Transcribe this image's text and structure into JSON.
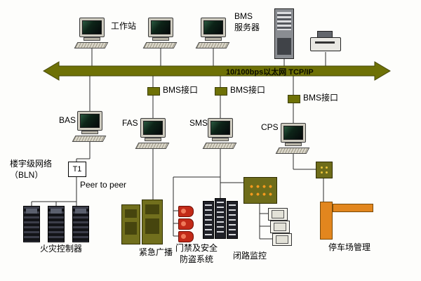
{
  "diagram": {
    "backbone_label": "10/100bps以太网  TCP/IP",
    "workstation_label": "工作站",
    "server_label": "BMS\n服务器",
    "interface_labels": [
      "BMS接口",
      "BMS接口",
      "BMS接口"
    ],
    "subsystems": [
      "BAS",
      "FAS",
      "SMS",
      "CPS"
    ],
    "bln_label": "楼宇级网络\n（BLN）",
    "t1_label": "T1",
    "peer_label": "Peer to peer",
    "fire_label": "火灾控制器",
    "broadcast_label": "紧急广播",
    "access_label": "门禁及安全\n防盗系统",
    "cctv_label": "闭路监控",
    "parking_label": "停车场管理"
  },
  "colors": {
    "backbone": "#6e7106",
    "olive_device": "#6e6c1a",
    "access_red": "#c22a18",
    "barrier_orange": "#e2861e",
    "line": "#2b2b2b",
    "background": "#fdfdfb"
  }
}
